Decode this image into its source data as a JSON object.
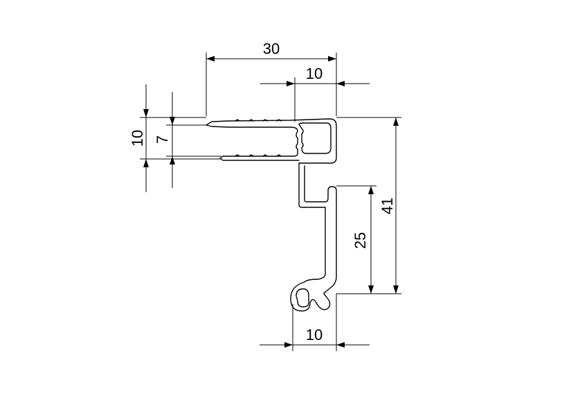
{
  "drawing": {
    "dimensions": {
      "top_width": "30",
      "top_offset": "10",
      "left_height": "10",
      "slot_width": "7",
      "total_height": "41",
      "lower_height": "25",
      "bottom_width": "10"
    }
  }
}
